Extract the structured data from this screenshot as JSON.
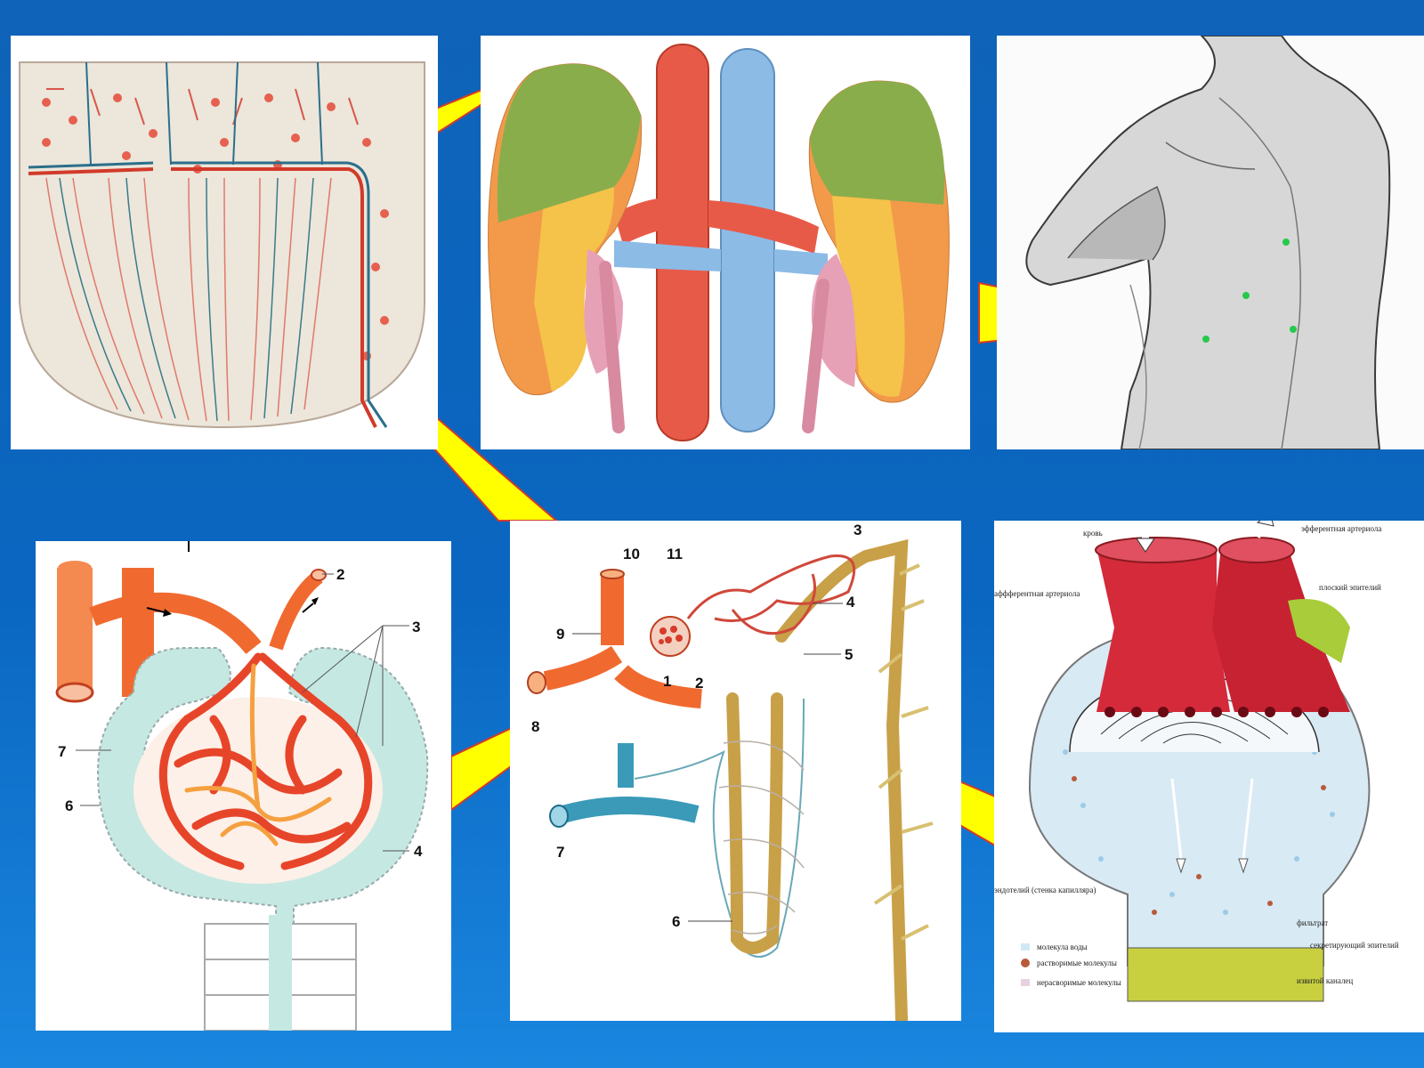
{
  "colors": {
    "background": "#0d66bd",
    "callout": "#ffff00",
    "artery": "#e8503a",
    "vein": "#7fb4e0",
    "tubule": "#e8b84a"
  },
  "panels": {
    "cortex": {},
    "kidneys": {},
    "torso": {},
    "glomerulus": {
      "labels": {
        "l2": "2",
        "l3": "3",
        "l4": "4",
        "l6": "6",
        "l7": "7"
      }
    },
    "nephron": {
      "labels": {
        "l1": "1",
        "l2": "2",
        "l3": "3",
        "l4": "4",
        "l5": "5",
        "l6": "6",
        "l7": "7",
        "l8": "8",
        "l9": "9",
        "l10": "10",
        "l11": "11"
      }
    },
    "filtration": {
      "labels": {
        "blood": "кровь",
        "efferent": "эфферентная артериола",
        "afferent": "аффферентная артериола",
        "squamous": "плоский эпителий",
        "endothelium": "эндотелий (стенка капилляра)",
        "filtrate": "фильтрат",
        "secreting": "секретирующий эпителий",
        "tubule": "извитой каналец"
      },
      "legend": {
        "water": "молекула воды",
        "soluble": "растворимые молекулы",
        "insoluble": "нерасворимые молекулы"
      }
    }
  }
}
